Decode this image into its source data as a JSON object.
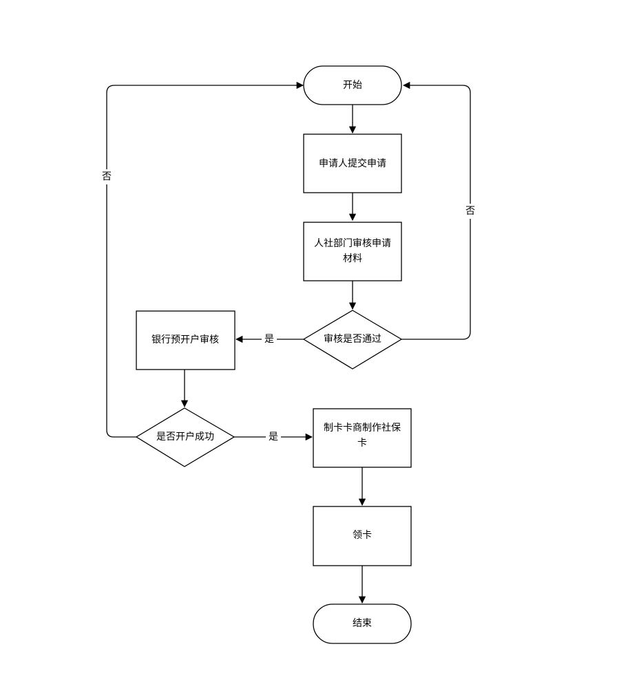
{
  "nodes": {
    "start": "开始",
    "submit": "申请人提交申请",
    "review_line1": "人社部门审核申请",
    "review_line2": "材料",
    "review_pass": "审核是否通过",
    "bank_review": "银行预开户审核",
    "open_success": "是否开户成功",
    "make_card_line1": "制卡卡商制作社保",
    "make_card_line2": "卡",
    "collect": "领卡",
    "end": "结束"
  },
  "edges": {
    "review_yes": "是",
    "review_no": "否",
    "open_yes": "是",
    "open_no": "否"
  },
  "colors": {
    "stroke": "#000000",
    "fill": "#ffffff",
    "text": "#000000"
  }
}
